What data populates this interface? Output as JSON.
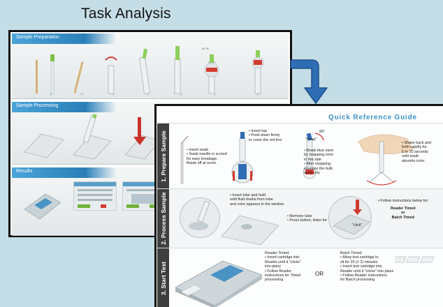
{
  "page_title": "Task Analysis",
  "task_analysis": {
    "sections": [
      {
        "label": "Sample Preparation"
      },
      {
        "label": "Sample Processing"
      },
      {
        "label": "Results"
      }
    ]
  },
  "quick_reference": {
    "title": "Quick Reference Guide",
    "sections": [
      {
        "label": "1. Prepare Sample",
        "notes": [
          "• Insert swab\n• Swab handle is scored\n  for easy breakage.\n  Break off at score.",
          "• Insert top\n• Push down firmly\n  to cover the red line",
          "90°",
          "\"Snap\"",
          "• Break blue stem\n  by snapping once\n  to the side\n• After snapping,\n  squeeze the bulb\n  once only",
          "• Shake back and\n  forth rapidly for\n  5 to 10 seconds\n  until swab\n  absorbs color"
        ]
      },
      {
        "label": "2. Process Sample",
        "notes": [
          "• Insert tube and hold\n  until fluid drains from tube\n  and color appears in the window",
          "• Remove tube\n• Press button, listen for \"click\"",
          "\"click\"",
          "• Follow instructions below for:",
          "Reader Timed\nor\nBatch Timed"
        ]
      },
      {
        "label": "3. Start Test",
        "notes": [
          "Reader Timed:\n• Insert cartridge into\n  Reader until it \"clicks\"\n  into place\n• Follow Reader\n  instructions for Timed\n  processing",
          "OR",
          "Batch Timed:\n• Allow test cartridge to\n  sit for 20 (± 2) minutes\n• Insert test cartridge into\n  Reader until it \"clicks\" into place\n• Follow Reader instructions\n  for Batch processing"
        ]
      }
    ]
  },
  "colors": {
    "background": "#c5dde6",
    "arrow": "#2f6db5",
    "accent_blue": "#3b90c8",
    "accent_green": "#71b33b",
    "accent_red": "#d23a2f"
  }
}
